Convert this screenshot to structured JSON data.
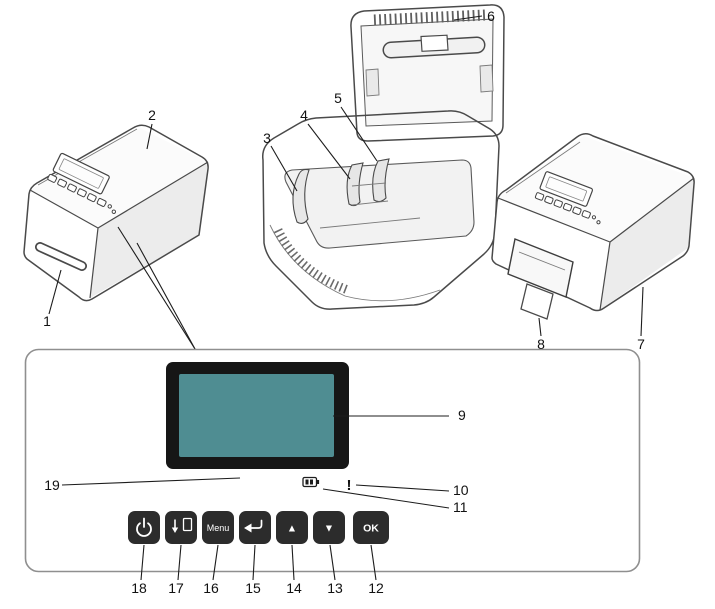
{
  "figure": {
    "description": "Label printer hardware parts diagram with enlarged control panel"
  },
  "callouts": {
    "c1": "1",
    "c2": "2",
    "c3": "3",
    "c4": "4",
    "c5": "5",
    "c6": "6",
    "c7": "7",
    "c8": "8",
    "c9": "9",
    "c10": "10",
    "c11": "11",
    "c12": "12",
    "c13": "13",
    "c14": "14",
    "c15": "15",
    "c16": "16",
    "c17": "17",
    "c18": "18",
    "c19": "19"
  },
  "control_panel": {
    "buttons": {
      "power": {
        "icon": "power-icon"
      },
      "feed": {
        "icon": "feed-icon"
      },
      "menu": {
        "label": "Menu"
      },
      "back": {
        "icon": "back-icon"
      },
      "up": {
        "label": "▲"
      },
      "down": {
        "label": "▼"
      },
      "ok": {
        "label": "OK"
      }
    },
    "indicators": {
      "battery": {
        "icon": "battery-icon"
      },
      "alert": {
        "label": "!"
      }
    }
  },
  "colors": {
    "lcd_screen": "#4f8d92",
    "lcd_bezel": "#161616",
    "button_fill": "#2c2c2c",
    "panel_border": "#8f8f8f"
  }
}
